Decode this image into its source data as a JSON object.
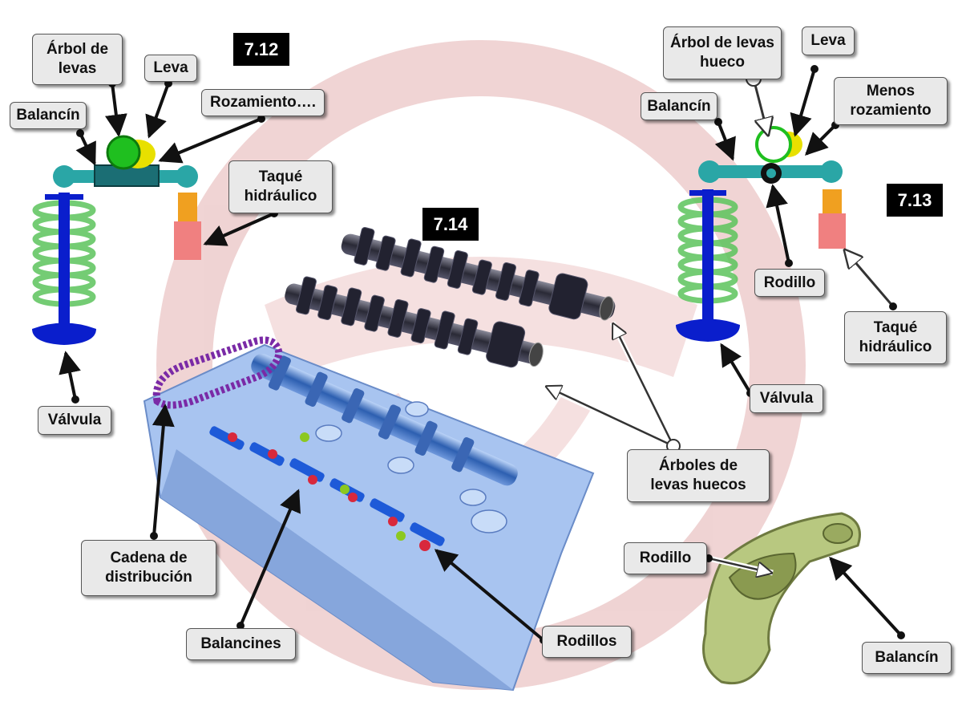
{
  "figures": {
    "fig_left": "7.12",
    "fig_center": "7.14",
    "fig_right": "7.13"
  },
  "left_diagram": {
    "camshaft": "Árbol de levas",
    "cam": "Leva",
    "friction": "Rozamiento….",
    "rocker": "Balancín",
    "lifter": "Taqué hidráulico",
    "valve": "Válvula"
  },
  "right_diagram": {
    "camshaft": "Árbol de levas hueco",
    "cam": "Leva",
    "friction": "Menos rozamiento",
    "rocker": "Balancín",
    "roller": "Rodillo",
    "lifter": "Taqué hidráulico",
    "valve": "Válvula"
  },
  "center_diagram": {
    "hollow_camshafts": "Árboles de levas huecos",
    "timing_chain": "Cadena de distribución",
    "rockers": "Balancines",
    "rollers": "Rodillos"
  },
  "rocker_part": {
    "roller": "Rodillo",
    "rocker": "Balancín"
  },
  "colors": {
    "watermark": "#e8b8b8",
    "spring": "#5cc45c",
    "valve": "#0a1ecc",
    "rocker_arm": "#2aa6a6",
    "cam": "#e8e000",
    "lifter_top": "#f0a020",
    "lifter_body": "#f08080",
    "head_blue": "#a8c4f0",
    "chain": "#7a2aa6",
    "rocker_part": "#b8c880"
  }
}
